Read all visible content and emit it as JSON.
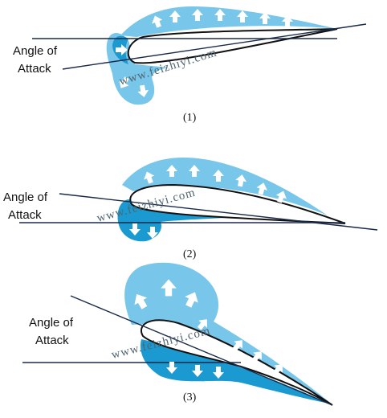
{
  "colors": {
    "pressure_light": "#78c6ea",
    "pressure_dark": "#1b9ad2",
    "airfoil_fill": "#ffffff",
    "outline": "#111111",
    "arrow": "#ffffff"
  },
  "diagrams": [
    {
      "label_line1": "Angle of",
      "label_line2": "Attack",
      "caption": "(1)",
      "watermark": "www.feizhiyi.com"
    },
    {
      "label_line1": "Angle of",
      "label_line2": "Attack",
      "caption": "(2)",
      "watermark": "www.feizhiyi.com"
    },
    {
      "label_line1": "Angle of",
      "label_line2": "Attack",
      "caption": "(3)",
      "watermark": "www.feizhiyi.com"
    }
  ]
}
